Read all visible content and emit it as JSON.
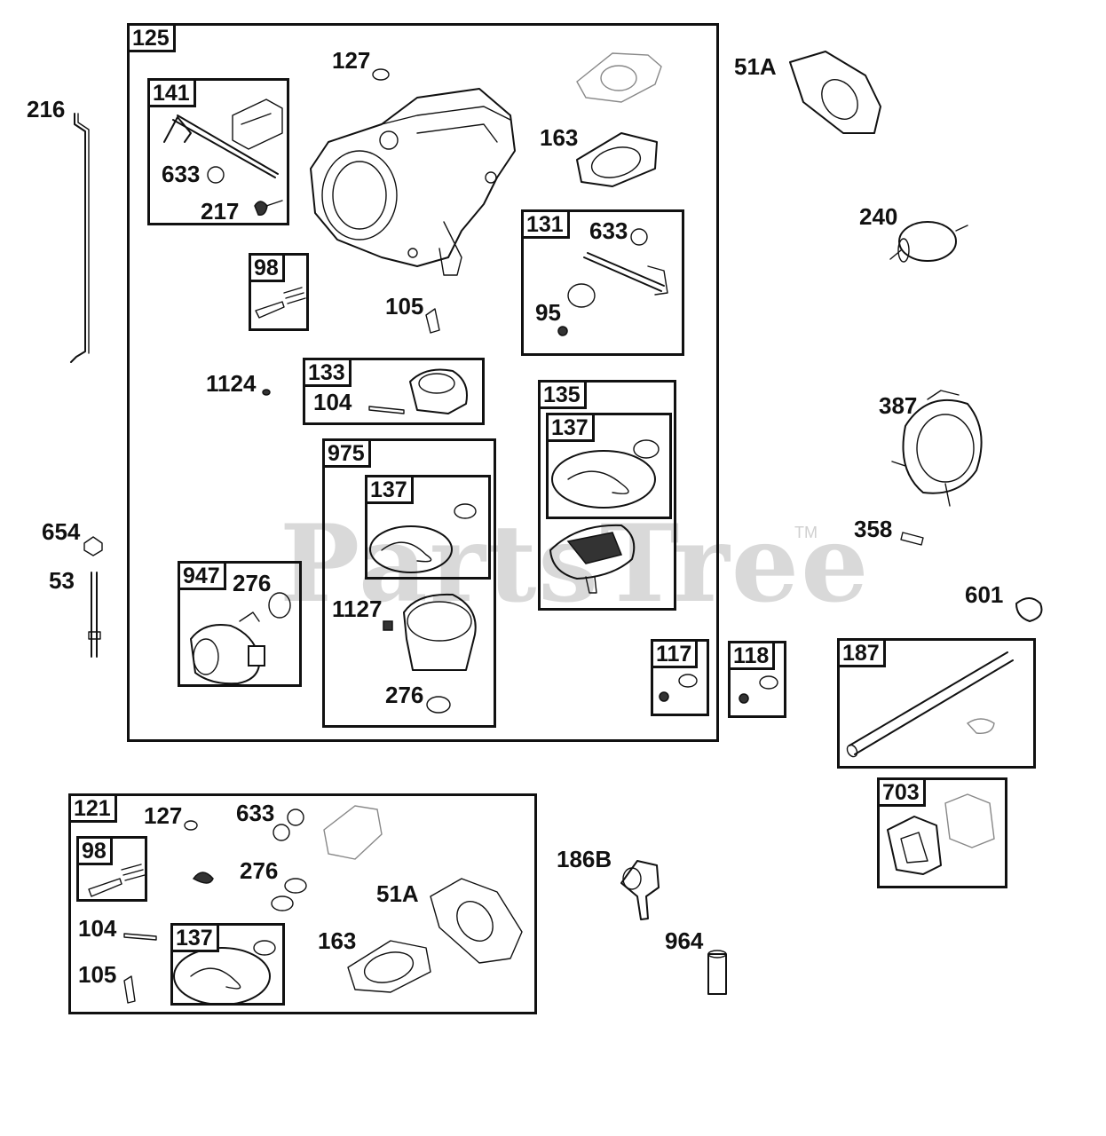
{
  "watermark": {
    "text": "PartsTree",
    "tm": "TM"
  },
  "boxes": {
    "b125": "125",
    "b141": "141",
    "b98a": "98",
    "b131": "131",
    "b133": "133",
    "b135": "135",
    "b137a": "137",
    "b975": "975",
    "b137b": "137",
    "b947": "947",
    "b117": "117",
    "b118": "118",
    "b187": "187",
    "b703": "703",
    "b121": "121",
    "b98b": "98",
    "b137c": "137"
  },
  "labels": {
    "l216": "216",
    "l127a": "127",
    "l51Aa": "51A",
    "l163a": "163",
    "l633a": "633",
    "l217": "217",
    "l240": "240",
    "l633b": "633",
    "l95": "95",
    "l105a": "105",
    "l1124": "1124",
    "l104a": "104",
    "l387": "387",
    "l654": "654",
    "l53": "53",
    "l358": "358",
    "l276a": "276",
    "l1127": "1127",
    "l601": "601",
    "l276b": "276",
    "l127b": "127",
    "l633c": "633",
    "l276c": "276",
    "l51Ab": "51A",
    "l186B": "186B",
    "l104b": "104",
    "l163b": "163",
    "l964": "964",
    "l105b": "105"
  }
}
